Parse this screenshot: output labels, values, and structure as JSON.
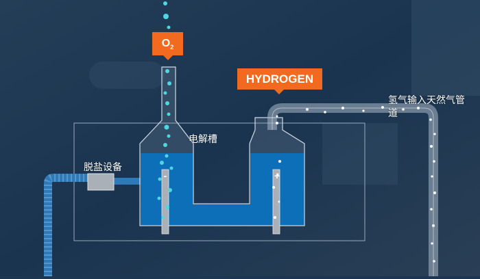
{
  "labels": {
    "oxygen_symbol": "O",
    "oxygen_subscript": "2",
    "hydrogen": "HYDROGEN",
    "electrolyzer": "电解槽",
    "desalination": "脱盐设备",
    "pipeline_line1": "氢气输入天然气管",
    "pipeline_line2": "道",
    "cathode_sign": "-",
    "anode_sign": "+"
  },
  "colors": {
    "accent": "#f26a1f",
    "water": "#0d6fb8",
    "bubble_oxygen": "#4fd6e0",
    "bubble_hydrogen": "#ffffff",
    "pipe_water": "#2e79b8"
  }
}
